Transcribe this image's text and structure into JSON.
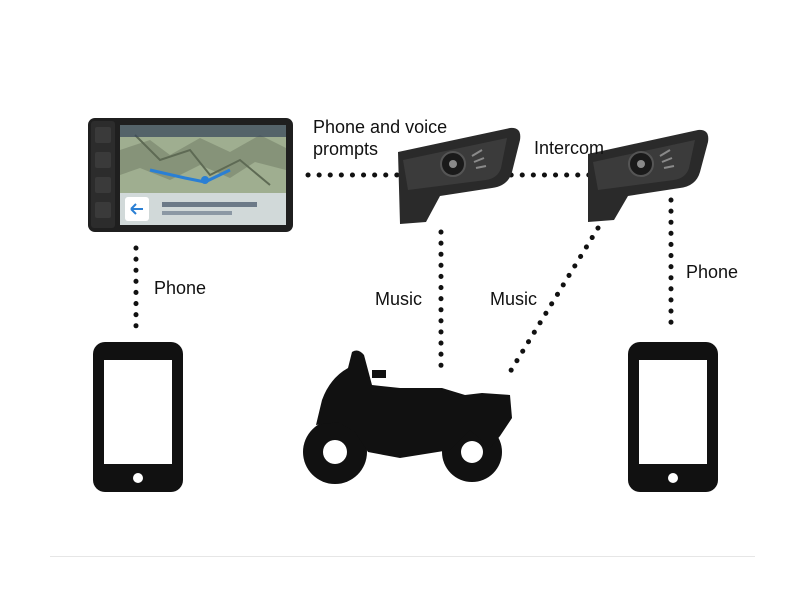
{
  "labels": {
    "phone_voice_line1": "Phone and voice",
    "phone_voice_line2": "prompts",
    "intercom": "Intercom",
    "phone_left": "Phone",
    "phone_right": "Phone",
    "music_1": "Music",
    "music_2": "Music"
  },
  "colors": {
    "ink": "#111111",
    "map_land": "#a9b59a",
    "map_route": "#2a7fd4",
    "headset_body": "#2b2b2b"
  },
  "icons": {
    "nav_device": "gps-navigator-icon",
    "headset_a": "bluetooth-headset-icon",
    "headset_b": "bluetooth-headset-icon",
    "phone_left": "smartphone-icon",
    "phone_right": "smartphone-icon",
    "motorcycle": "motorcycle-icon"
  }
}
